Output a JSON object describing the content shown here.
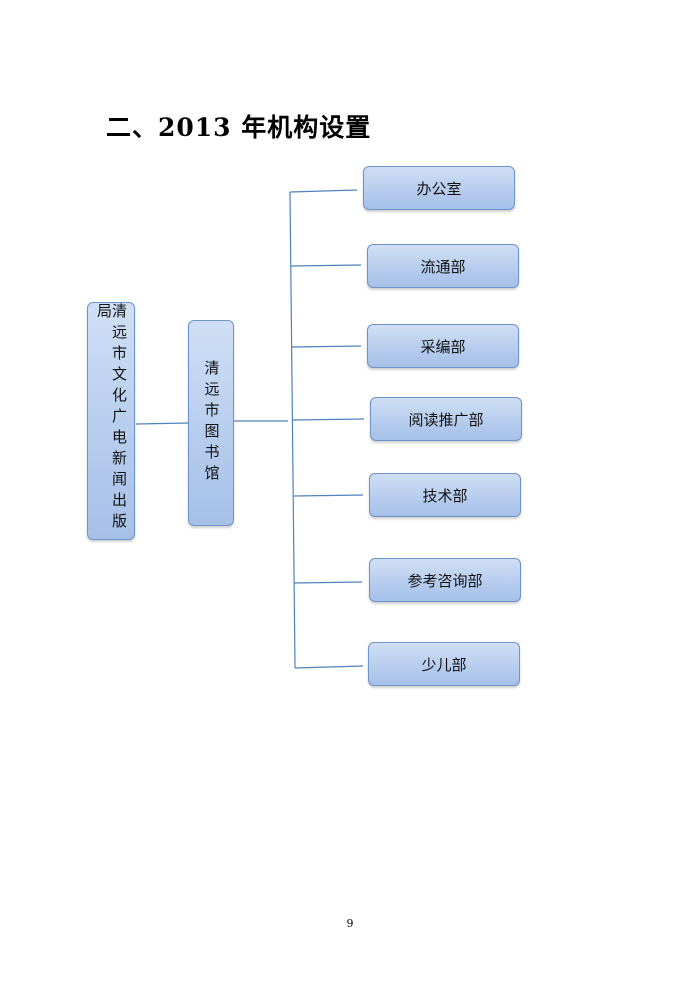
{
  "title": "二、2013 年机构设置",
  "nodes": {
    "bureau": "清远市文化广电新闻出版局",
    "library": "清远市图书馆",
    "departments": [
      "办公室",
      "流通部",
      "采编部",
      "阅读推广部",
      "技术部",
      "参考咨询部",
      "少儿部"
    ]
  },
  "page_number": "9",
  "colors": {
    "box_fill": "#b7cdee",
    "box_border": "#6f94c9",
    "line": "#4f81bd"
  }
}
